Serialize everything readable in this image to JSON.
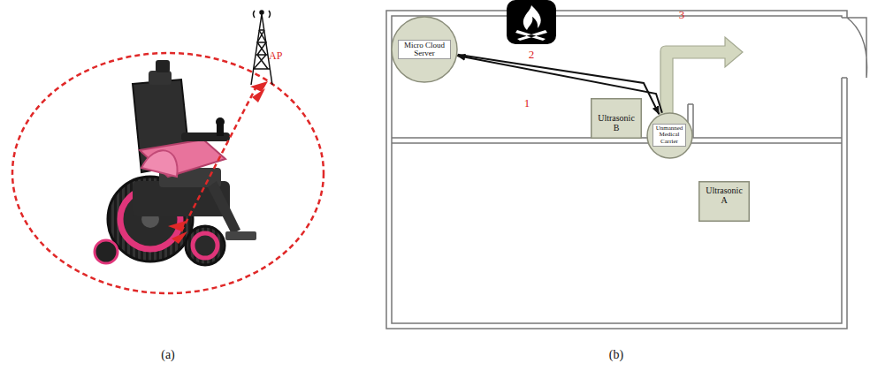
{
  "diagram": {
    "nodes": [
      {
        "text": [
          "Micro Cloud Server"
        ]
      },
      {
        "text": [
          "Ultrasonic B"
        ]
      },
      {
        "text": [
          "Unmanned Medical Carrier"
        ]
      },
      {
        "text": [
          "Ultrasonic A"
        ]
      }
    ],
    "edges": [
      {
        "from": 0,
        "to": 2,
        "arrow": "to"
      },
      {
        "from": 2,
        "to": 0,
        "arrow": "to"
      }
    ],
    "labels": [
      "AP",
      "1",
      "2",
      "3",
      "(a)",
      "(b)"
    ]
  }
}
